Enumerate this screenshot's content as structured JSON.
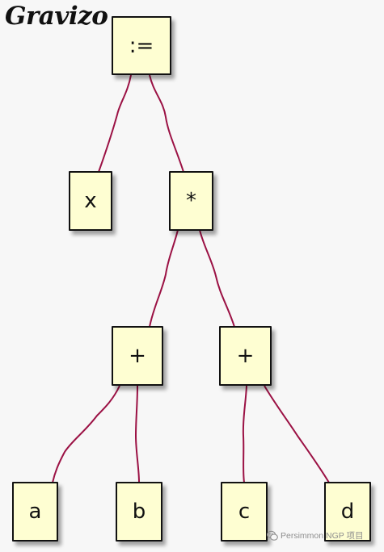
{
  "logo": {
    "text": "Gravizo"
  },
  "nodes": {
    "assign": ":=",
    "x": "x",
    "mul": "*",
    "plus_left": "+",
    "plus_right": "+",
    "a": "a",
    "b": "b",
    "c": "c",
    "d": "d"
  },
  "edges": [
    [
      "assign",
      "x"
    ],
    [
      "assign",
      "mul"
    ],
    [
      "mul",
      "plus_left"
    ],
    [
      "mul",
      "plus_right"
    ],
    [
      "plus_left",
      "a"
    ],
    [
      "plus_left",
      "b"
    ],
    [
      "plus_right",
      "c"
    ],
    [
      "plus_right",
      "d"
    ]
  ],
  "colors": {
    "edge": "#9b1144",
    "node_fill": "#fefed2",
    "node_border": "#111111",
    "background": "#f7f7f7"
  },
  "watermark": {
    "icon": "wechat-icon",
    "text": "Persimmon NGP 项目"
  }
}
